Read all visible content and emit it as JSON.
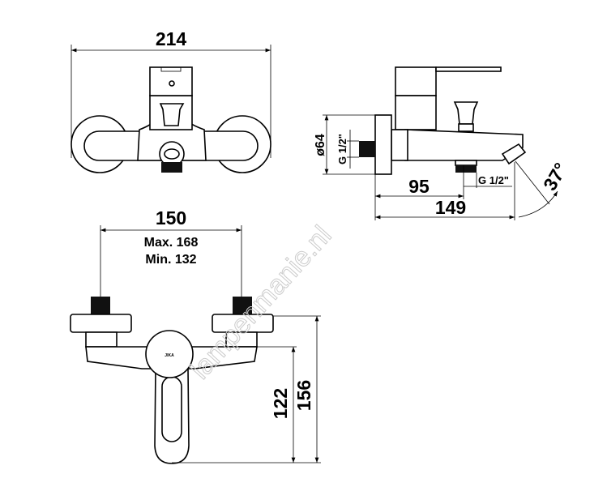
{
  "top_view": {
    "width_dim": "214"
  },
  "side_view": {
    "plate_diameter": "ø64",
    "inlet_thread": "G 1/2\"",
    "outlet_thread": "G 1/2\"",
    "outlet_distance": "95",
    "depth_dim": "149",
    "spout_angle": "37°"
  },
  "front_view": {
    "center_distance": "150",
    "max_distance": "Max. 168",
    "min_distance": "Min. 132",
    "outlet_height": "122",
    "total_height": "156",
    "brand_logo": "JIKA"
  },
  "watermark": "lampenmanie.nl"
}
